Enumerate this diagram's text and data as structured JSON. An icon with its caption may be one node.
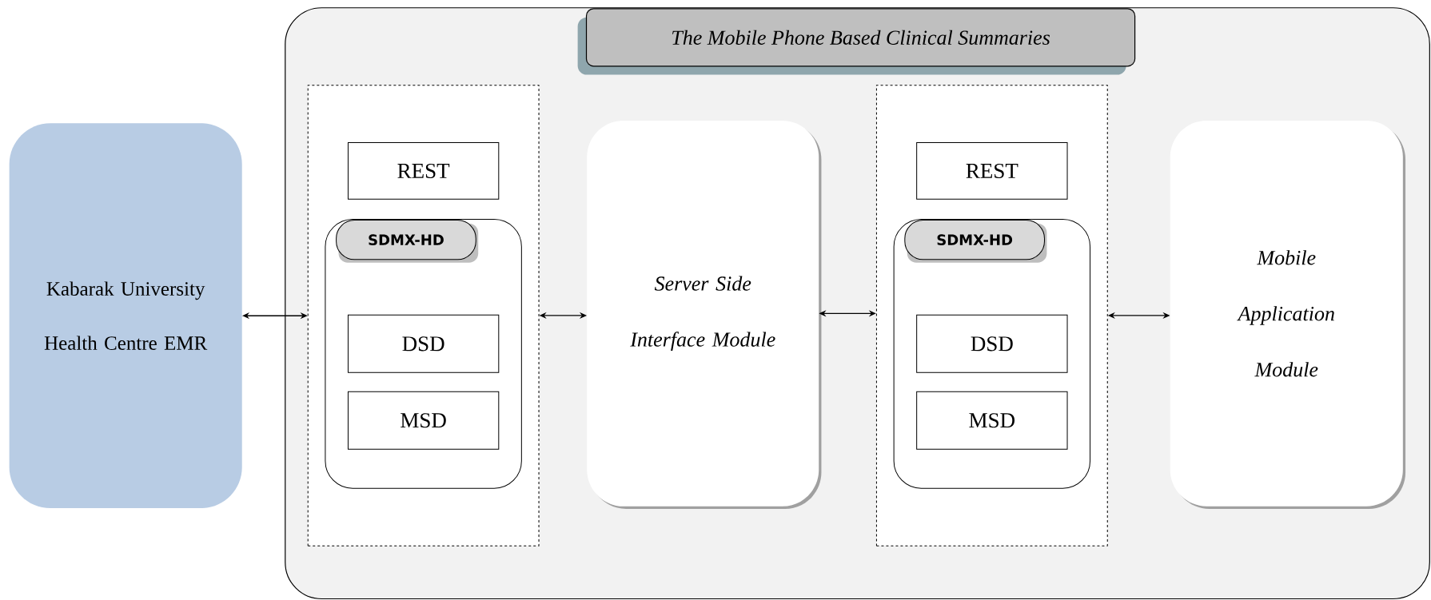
{
  "diagram": {
    "nodes": [
      {
        "text": [
          "Kabarak University Health Centre EMR"
        ]
      },
      {
        "text": [],
        "shape": "box"
      },
      {
        "text": [
          "The Mobile Phone Based Clinical Summaries"
        ],
        "in": 1
      },
      {
        "text": [],
        "shape": "box",
        "in": 1
      },
      {
        "text": [
          "REST"
        ],
        "in": 3
      },
      {
        "text": [],
        "shape": "box",
        "in": 3
      },
      {
        "text": [
          "SDMX-HD"
        ],
        "in": 5
      },
      {
        "text": [
          "DSD"
        ],
        "in": 5
      },
      {
        "text": [
          "MSD"
        ],
        "in": 5
      },
      {
        "text": [
          "Server Side Interface Module"
        ],
        "in": 1
      },
      {
        "text": [],
        "shape": "box",
        "in": 1
      },
      {
        "text": [
          "REST"
        ],
        "in": 10
      },
      {
        "text": [],
        "shape": "box",
        "in": 10
      },
      {
        "text": [
          "SDMX-HD"
        ],
        "in": 12
      },
      {
        "text": [
          "DSD"
        ],
        "in": 12
      },
      {
        "text": [
          "MSD"
        ],
        "in": 12
      },
      {
        "text": [
          "Mobile Application Module"
        ],
        "in": 1
      }
    ],
    "edges": [
      {
        "from": 0,
        "to": 3,
        "arrow": "both"
      },
      {
        "from": 3,
        "to": 9,
        "arrow": "both"
      },
      {
        "from": 9,
        "to": 10,
        "arrow": "both"
      },
      {
        "from": 10,
        "to": 16,
        "arrow": "both"
      }
    ]
  }
}
